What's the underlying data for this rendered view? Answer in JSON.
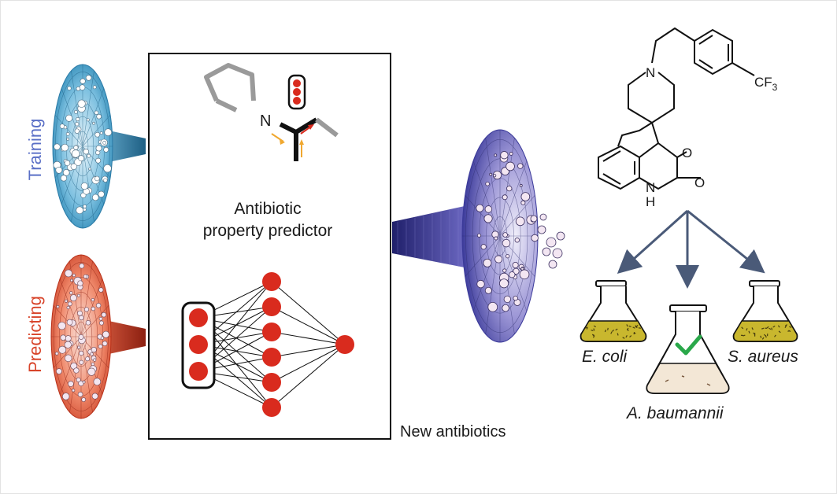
{
  "funnels": {
    "training_label": "Training",
    "predicting_label": "Predicting"
  },
  "model_box": {
    "title_line1": "Antibiotic",
    "title_line2": "property predictor",
    "atom_label": "N"
  },
  "output": {
    "label": "New antibiotics"
  },
  "molecule": {
    "atoms": [
      "N",
      "O",
      "O",
      "N",
      "H"
    ],
    "cf3_main": "CF",
    "cf3_sub": "3"
  },
  "bacteria": {
    "left": "E. coli",
    "center": "A. baumannii",
    "right": "S. aureus"
  },
  "colors": {
    "training": "#3a8fc0",
    "predicting": "#d8452b",
    "output": "#3a3a8c",
    "node": "#d92b1e",
    "arrow": "#4a5a78",
    "culture": "#c9b72e",
    "check": "#2aa84a"
  }
}
